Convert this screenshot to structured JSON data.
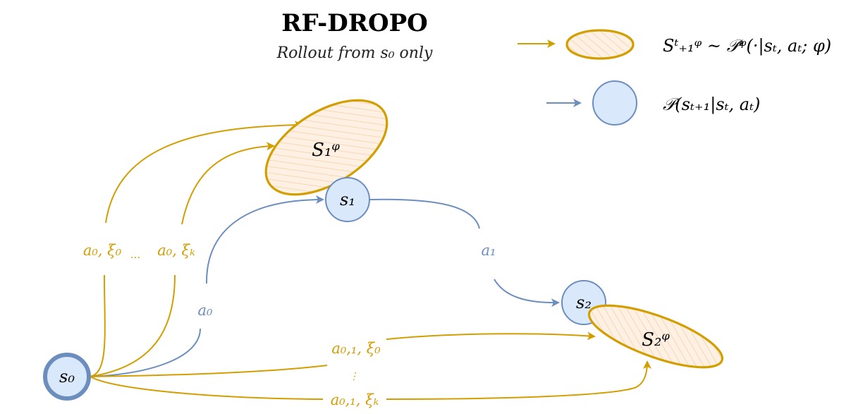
{
  "header": {
    "title": "RF-DROPO",
    "subtitle": "Rollout from s₀ only"
  },
  "legend": {
    "gold_label": "Sᵗ₊₁ᵠ ~ 𝒫ᵠ(·|sₜ, aₜ; φ)",
    "blue_label": "𝒫(sₜ₊₁|sₜ, aₜ)"
  },
  "nodes": {
    "s0": "s₀",
    "s1": "s₁",
    "s2": "s₂",
    "S1": "S₁ᵠ",
    "S2": "S₂ᵠ"
  },
  "edge_labels": {
    "a0_xi0": "a₀, ξ₀",
    "dots_top": "...",
    "a0_xiK": "a₀, ξₖ",
    "a0": "a₀",
    "a1": "a₁",
    "a01_xi0": "a₀,₁, ξ₀",
    "dots_vertical": "⋮",
    "a01_xiK": "a₀,₁, ξₖ"
  },
  "colors": {
    "gold": "#D39E00",
    "blue": "#6C8EBF",
    "state_fill": "#DAE8FC",
    "hatch_fill": "#FBE3CF"
  }
}
